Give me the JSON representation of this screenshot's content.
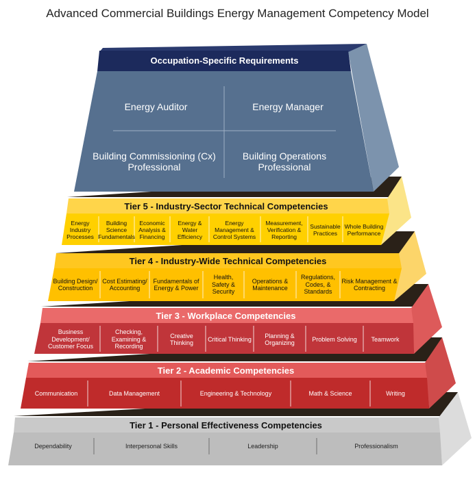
{
  "title": "Advanced Commercial Buildings Energy Management Competency Model",
  "occupation": {
    "title": "Occupation-Specific Requirements",
    "cells": [
      "Energy Auditor",
      "Energy Manager",
      "Building Commissioning (Cx) Professional",
      "Building Operations Professional"
    ]
  },
  "tier5": {
    "title": "Tier 5 - Industry-Sector Technical Competencies",
    "items": [
      "Energy Industry Processes",
      "Building Science Fundamentals",
      "Economic Analysis & Financing",
      "Energy & Water Efficiency",
      "Energy Management & Control Systems",
      "Measurement, Verification & Reporting",
      "Sustainable Practices",
      "Whole Building Performance"
    ]
  },
  "tier4": {
    "title": "Tier 4 - Industry-Wide Technical Competencies",
    "items": [
      "Building Design/ Construction",
      "Cost Estimating/ Accounting",
      "Fundamentals of Energy & Power",
      "Health, Safety & Security",
      "Operations & Maintenance",
      "Regulations, Codes, & Standards",
      "Risk Management & Contracting"
    ]
  },
  "tier3": {
    "title": "Tier 3 - Workplace Competencies",
    "items": [
      "Business Development/ Customer Focus",
      "Checking, Examining & Recording",
      "Creative Thinking",
      "Critical Thinking",
      "Planning & Organizing",
      "Problem Solving",
      "Teamwork"
    ]
  },
  "tier2": {
    "title": "Tier 2 - Academic Competencies",
    "items": [
      "Communication",
      "Data Management",
      "Engineering & Technology",
      "Math & Science",
      "Writing"
    ]
  },
  "tier1": {
    "title": "Tier 1 - Personal Effectiveness Competencies",
    "items": [
      "Dependability",
      "Interpersonal Skills",
      "Leadership",
      "Professionalism"
    ]
  },
  "colors": {
    "occ_front": "#56708f",
    "occ_band": "#1c2a5c",
    "occ_side": "#7c93ad",
    "occ_top": "#2a3a6e",
    "t5_band": "#ffd54a",
    "t5_front": "#ffd000",
    "t5_side": "#fbe488",
    "t4_band": "#ffc720",
    "t4_front": "#ffc000",
    "t4_side": "#fcd56a",
    "t3_band": "#ea6a6a",
    "t3_front": "#c0353a",
    "t3_side": "#dd5a5a",
    "t2_band": "#e35a5a",
    "t2_front": "#bf2b2b",
    "t2_side": "#cf4b4b",
    "t1_band": "#c9c9c9",
    "t1_front": "#bdbdbd",
    "t1_side": "#dcdcdc",
    "shadow": "#2a2118"
  }
}
